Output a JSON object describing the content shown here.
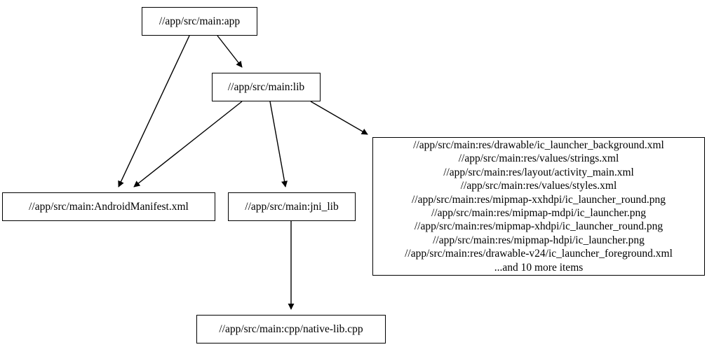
{
  "graph": {
    "type": "directed-acyclic-dependency-graph",
    "background_color": "#ffffff",
    "node_fill_color": "#ffffff",
    "node_border_color": "#000000",
    "edge_color": "#000000",
    "text_color": "#000000",
    "nodes": [
      {
        "id": "app",
        "label": "//app/src/main:app"
      },
      {
        "id": "lib",
        "label": "//app/src/main:lib"
      },
      {
        "id": "manifest",
        "label": "//app/src/main:AndroidManifest.xml"
      },
      {
        "id": "jni_lib",
        "label": "//app/src/main:jni_lib"
      },
      {
        "id": "cpp",
        "label": "//app/src/main:cpp/native-lib.cpp"
      },
      {
        "id": "resources",
        "label": "//app/src/main:res/drawable/ic_launcher_background.xml\n//app/src/main:res/values/strings.xml\n//app/src/main:res/layout/activity_main.xml\n//app/src/main:res/values/styles.xml\n//app/src/main:res/mipmap-xxhdpi/ic_launcher_round.png\n//app/src/main:res/mipmap-mdpi/ic_launcher.png\n//app/src/main:res/mipmap-xhdpi/ic_launcher_round.png\n//app/src/main:res/mipmap-hdpi/ic_launcher.png\n//app/src/main:res/drawable-v24/ic_launcher_foreground.xml\n...and 10 more items",
        "lines": [
          "//app/src/main:res/drawable/ic_launcher_background.xml",
          "//app/src/main:res/values/strings.xml",
          "//app/src/main:res/layout/activity_main.xml",
          "//app/src/main:res/values/styles.xml",
          "//app/src/main:res/mipmap-xxhdpi/ic_launcher_round.png",
          "//app/src/main:res/mipmap-mdpi/ic_launcher.png",
          "//app/src/main:res/mipmap-xhdpi/ic_launcher_round.png",
          "//app/src/main:res/mipmap-hdpi/ic_launcher.png",
          "//app/src/main:res/drawable-v24/ic_launcher_foreground.xml",
          "...and 10 more items"
        ],
        "overflow_note": "...and 10 more items",
        "overflow_count": 10
      }
    ],
    "edges": [
      {
        "from": "app",
        "to": "manifest"
      },
      {
        "from": "app",
        "to": "lib"
      },
      {
        "from": "lib",
        "to": "manifest"
      },
      {
        "from": "lib",
        "to": "jni_lib"
      },
      {
        "from": "lib",
        "to": "resources"
      },
      {
        "from": "jni_lib",
        "to": "cpp"
      }
    ]
  }
}
